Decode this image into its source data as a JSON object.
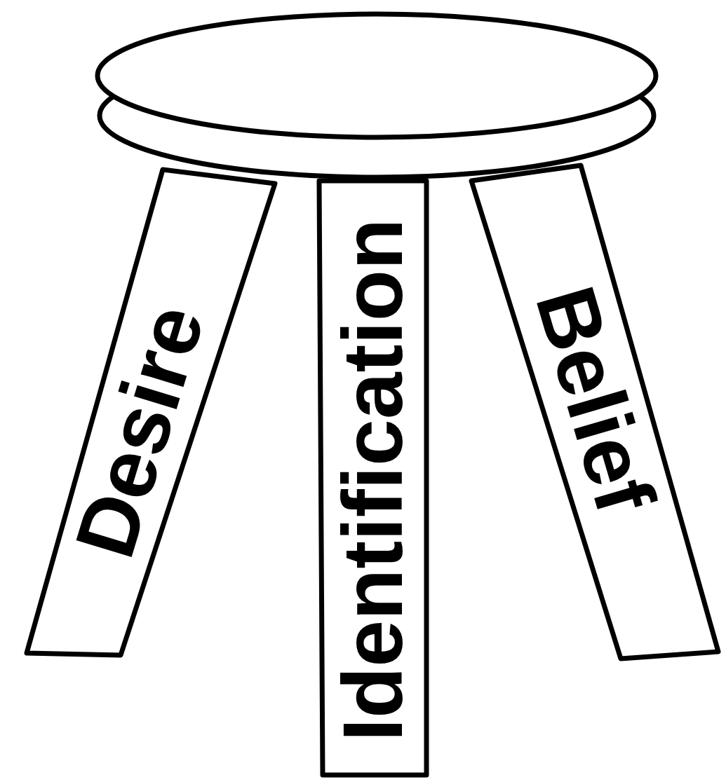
{
  "diagram": {
    "nodes": [
      {
        "text": [
          "Desire"
        ]
      },
      {
        "text": [
          "Identification"
        ]
      },
      {
        "text": [
          "Belief"
        ]
      }
    ]
  }
}
